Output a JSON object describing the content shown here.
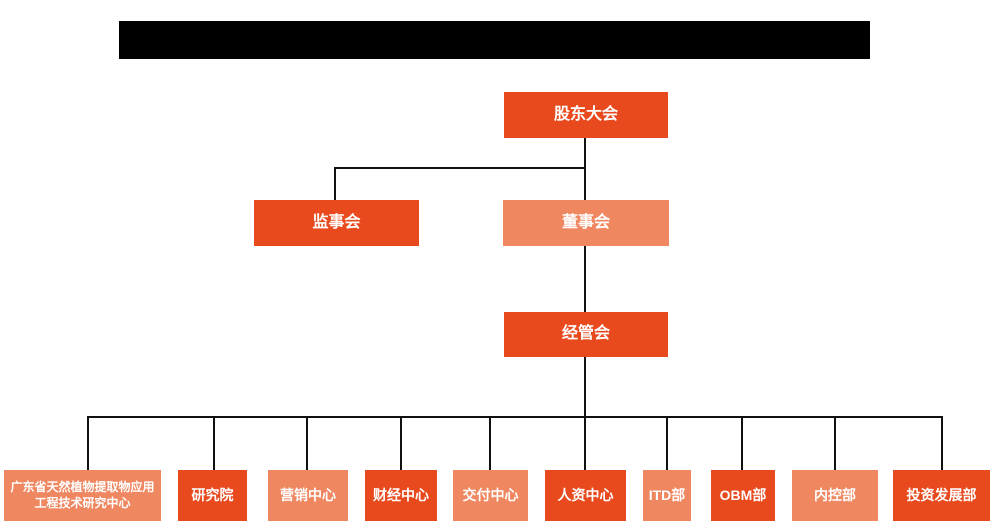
{
  "diagram": {
    "type": "org-chart",
    "colors": {
      "primary": "#E8491D",
      "secondary": "#EF8760",
      "connector_line": "#111111",
      "node_text": "#FFFFFF",
      "title_bar": "#000000",
      "background": "#FFFFFF"
    },
    "title_bar": {
      "redacted": true,
      "text": ""
    },
    "org": {
      "root": {
        "label": "股东大会",
        "variant": "primary"
      },
      "level2": [
        {
          "label": "监事会",
          "variant": "primary"
        },
        {
          "label": "董事会",
          "variant": "secondary"
        }
      ],
      "level3": {
        "label": "经管会",
        "variant": "primary"
      },
      "departments": [
        {
          "label": "广东省天然植物提取物应用工程技术研究中心",
          "variant": "secondary"
        },
        {
          "label": "研究院",
          "variant": "primary"
        },
        {
          "label": "营销中心",
          "variant": "secondary"
        },
        {
          "label": "财经中心",
          "variant": "primary"
        },
        {
          "label": "交付中心",
          "variant": "secondary"
        },
        {
          "label": "人资中心",
          "variant": "primary"
        },
        {
          "label": "ITD部",
          "variant": "secondary"
        },
        {
          "label": "OBM部",
          "variant": "primary"
        },
        {
          "label": "内控部",
          "variant": "secondary"
        },
        {
          "label": "投资发展部",
          "variant": "primary"
        }
      ]
    }
  }
}
